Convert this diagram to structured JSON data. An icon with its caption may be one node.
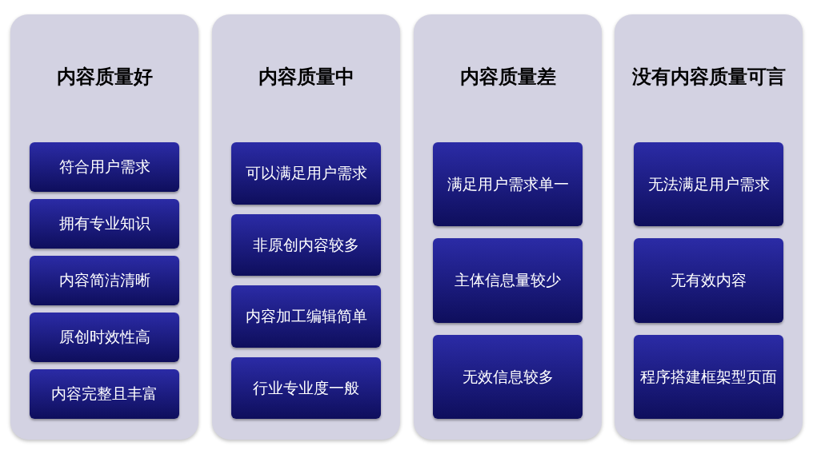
{
  "diagram": {
    "nodes": [
      {
        "text": [
          "内容质量好"
        ]
      },
      {
        "text": [
          "符合用户需求"
        ],
        "in": 0
      },
      {
        "text": [
          "拥有专业知识"
        ],
        "in": 0
      },
      {
        "text": [
          "内容简洁清晰"
        ],
        "in": 0
      },
      {
        "text": [
          "原创时效性高"
        ],
        "in": 0
      },
      {
        "text": [
          "内容完整且丰富"
        ],
        "in": 0
      },
      {
        "text": [
          "内容质量中"
        ]
      },
      {
        "text": [
          "可以满足用户需求"
        ],
        "in": 6
      },
      {
        "text": [
          "非原创内容较多"
        ],
        "in": 6
      },
      {
        "text": [
          "内容加工编辑简单"
        ],
        "in": 6
      },
      {
        "text": [
          "行业专业度一般"
        ],
        "in": 6
      },
      {
        "text": [
          "内容质量差"
        ]
      },
      {
        "text": [
          "满足用户需求单一"
        ],
        "in": 11
      },
      {
        "text": [
          "主体信息量较少"
        ],
        "in": 11
      },
      {
        "text": [
          "无效信息较多"
        ],
        "in": 11
      },
      {
        "text": [
          "没有内容质量可言"
        ]
      },
      {
        "text": [
          "无法满足用户需求"
        ],
        "in": 15
      },
      {
        "text": [
          "无有效内容"
        ],
        "in": 15
      },
      {
        "text": [
          "程序搭建框架型页面"
        ],
        "in": 15
      }
    ]
  }
}
